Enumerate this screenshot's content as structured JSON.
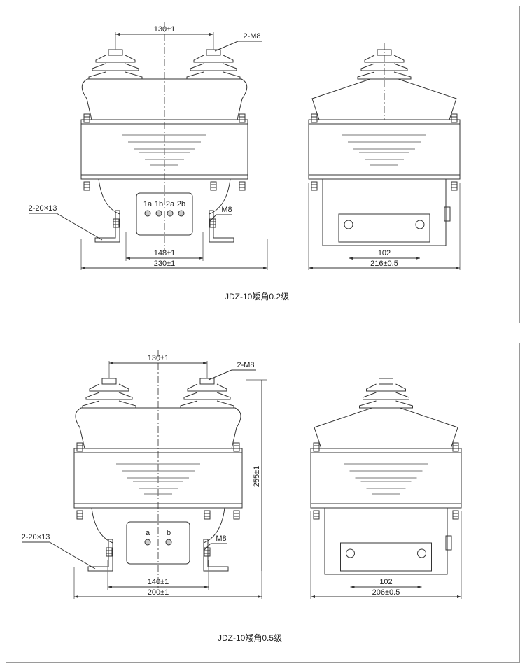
{
  "drawings": [
    {
      "caption": "JDZ-10矮角0.2级",
      "top_spacing": "130±1",
      "bolt_label": "2-M8",
      "slot_label": "2-20×13",
      "nut_label": "M8",
      "foot_spacing": "148±1",
      "overall_width": "230±1",
      "terminals": [
        "1a",
        "1b",
        "2a",
        "2b"
      ],
      "side_spacing": "102",
      "side_width": "216±0.5"
    },
    {
      "caption": "JDZ-10矮角0.5级",
      "top_spacing": "130±1",
      "bolt_label": "2-M8",
      "slot_label": "2-20×13",
      "nut_label": "M8",
      "foot_spacing": "140±1",
      "overall_width": "200±1",
      "height": "255±1",
      "terminals": [
        "a",
        "b"
      ],
      "side_spacing": "102",
      "side_width": "206±0.5"
    }
  ]
}
